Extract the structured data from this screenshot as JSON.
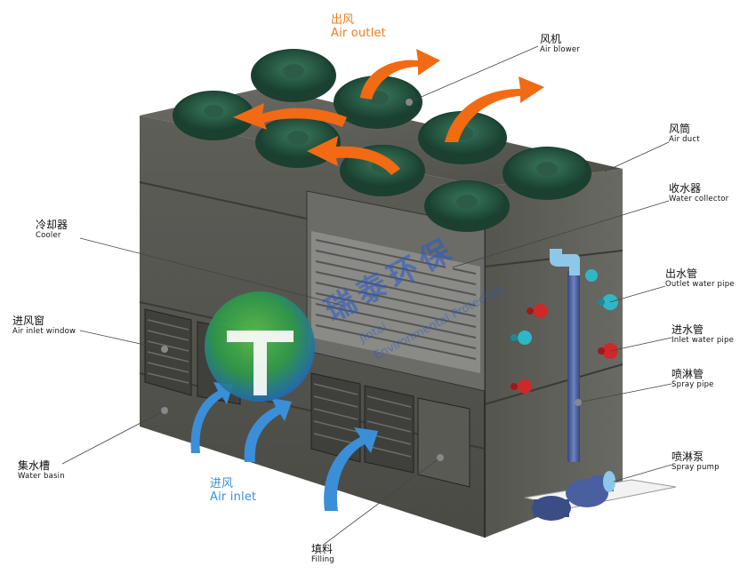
{
  "labels": {
    "air_outlet": {
      "zh": "出风",
      "en": "Air outlet"
    },
    "air_blower": {
      "zh": "风机",
      "en": "Air blower"
    },
    "air_duct": {
      "zh": "风筒",
      "en": "Air duct"
    },
    "water_collector": {
      "zh": "收水器",
      "en": "Water collector"
    },
    "cooler": {
      "zh": "冷却器",
      "en": "Cooler"
    },
    "outlet_water_pipe": {
      "zh": "出水管",
      "en": "Outlet water pipe"
    },
    "air_inlet_window": {
      "zh": "进风窗",
      "en": "Air inlet window"
    },
    "inlet_water_pipe": {
      "zh": "进水管",
      "en": "Inlet water pipe"
    },
    "spray_pipe": {
      "zh": "喷淋管",
      "en": "Spray pipe"
    },
    "water_basin": {
      "zh": "集水槽",
      "en": "Water basin"
    },
    "spray_pump": {
      "zh": "喷淋泵",
      "en": "Spray pump"
    },
    "air_inlet": {
      "zh": "进风",
      "en": "Air inlet"
    },
    "filling": {
      "zh": "填料",
      "en": "Filling"
    }
  },
  "watermark": {
    "zh": "瑞泰环保",
    "en1": "Jintai",
    "en2": "Environmental Protection"
  },
  "colors": {
    "cabinet": "#5a5a56",
    "cabinet_dark": "#45453f",
    "fan_green": "#1f4f3c",
    "arrow_orange": "#f26a13",
    "arrow_blue": "#3a8fd8",
    "pipe_blue": "#4a5fa0",
    "flange_red": "#d02828",
    "flange_cyan": "#2fb6c8"
  }
}
